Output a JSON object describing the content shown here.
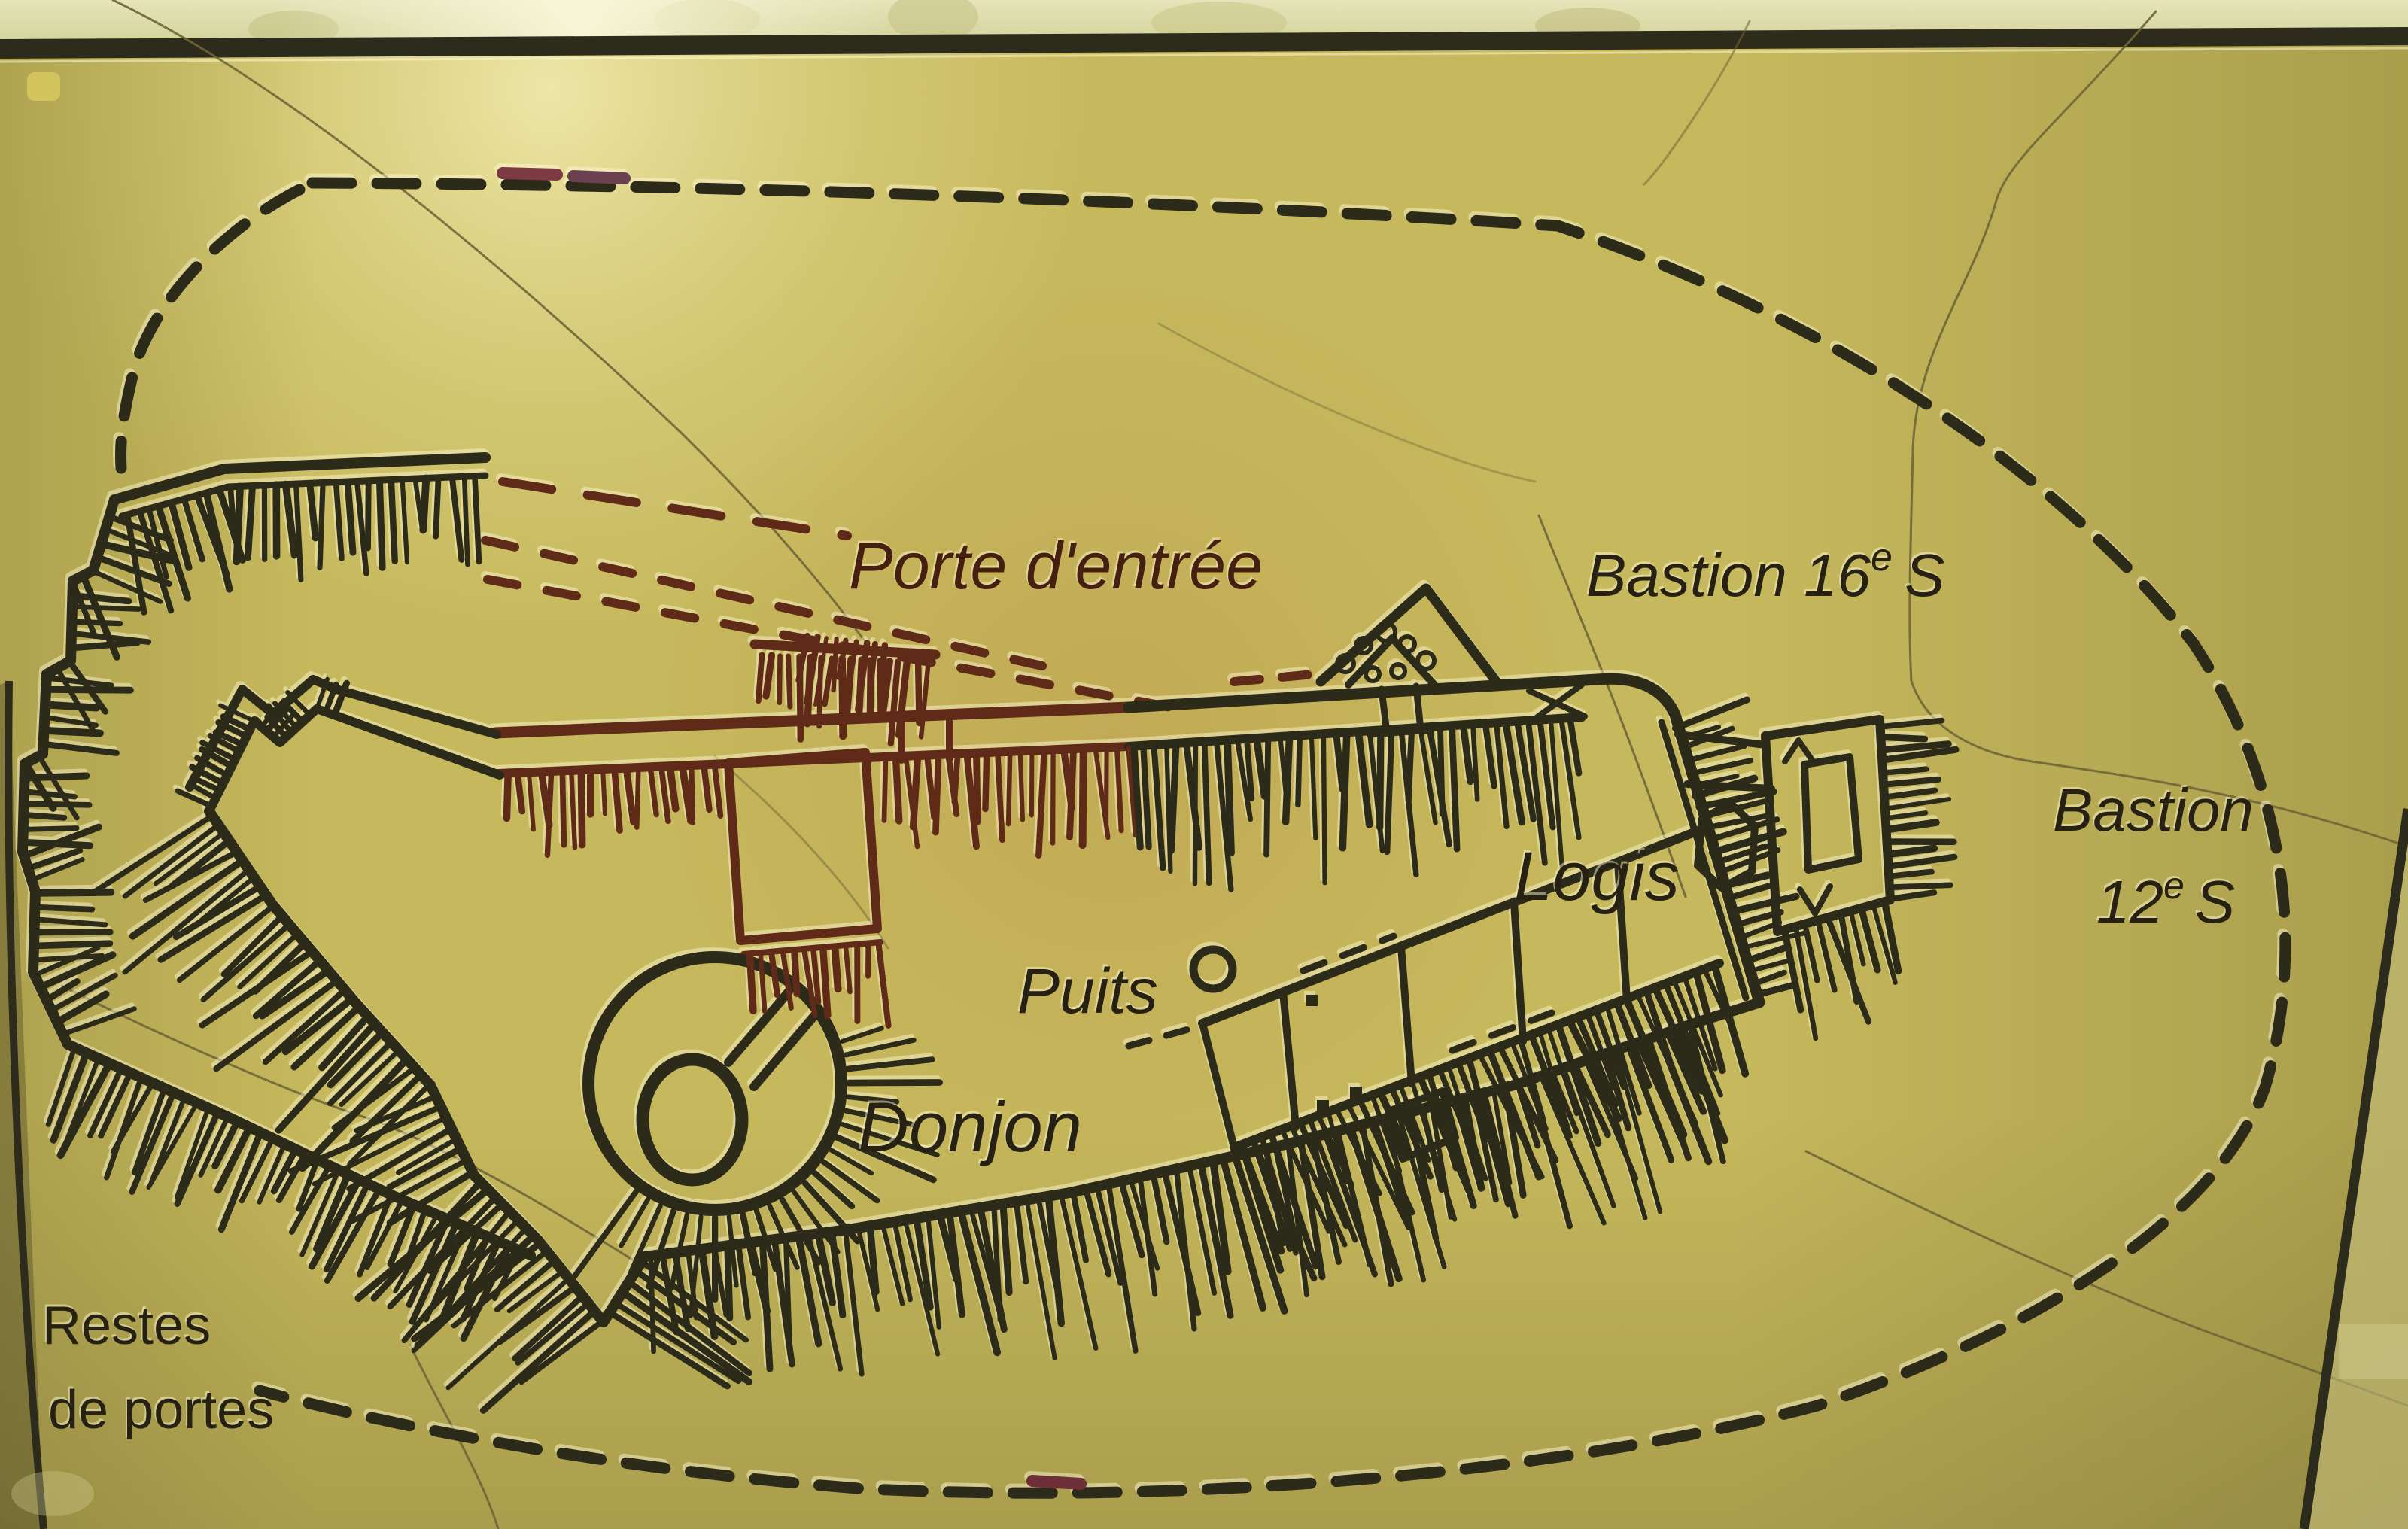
{
  "labels": {
    "porte_dentree": "Porte d'entrée",
    "bastion_16": {
      "base": "Bastion 16",
      "sup": "e",
      "rest": "S"
    },
    "bastion_12": {
      "line1": "Bastion",
      "base": "12",
      "sup": "e",
      "rest": "S"
    },
    "logis": "Logis",
    "puits": "Puits",
    "donjon": "Donjon",
    "restes": {
      "line1": "Restes",
      "line2": "de portes"
    }
  },
  "palette": {
    "sign_base": "#c6b85c",
    "ink": "#2c2a18",
    "ink_warm": "#5f2a18",
    "label_dark": "#262112",
    "label_maroon": "#451f0f",
    "crack": "#6f6637",
    "frame_dark": "#2c2b1c",
    "dash_maroon_1": "#7c3a42",
    "dash_maroon_2": "#6b4050",
    "dash_maroon_3": "#6e2f38"
  }
}
